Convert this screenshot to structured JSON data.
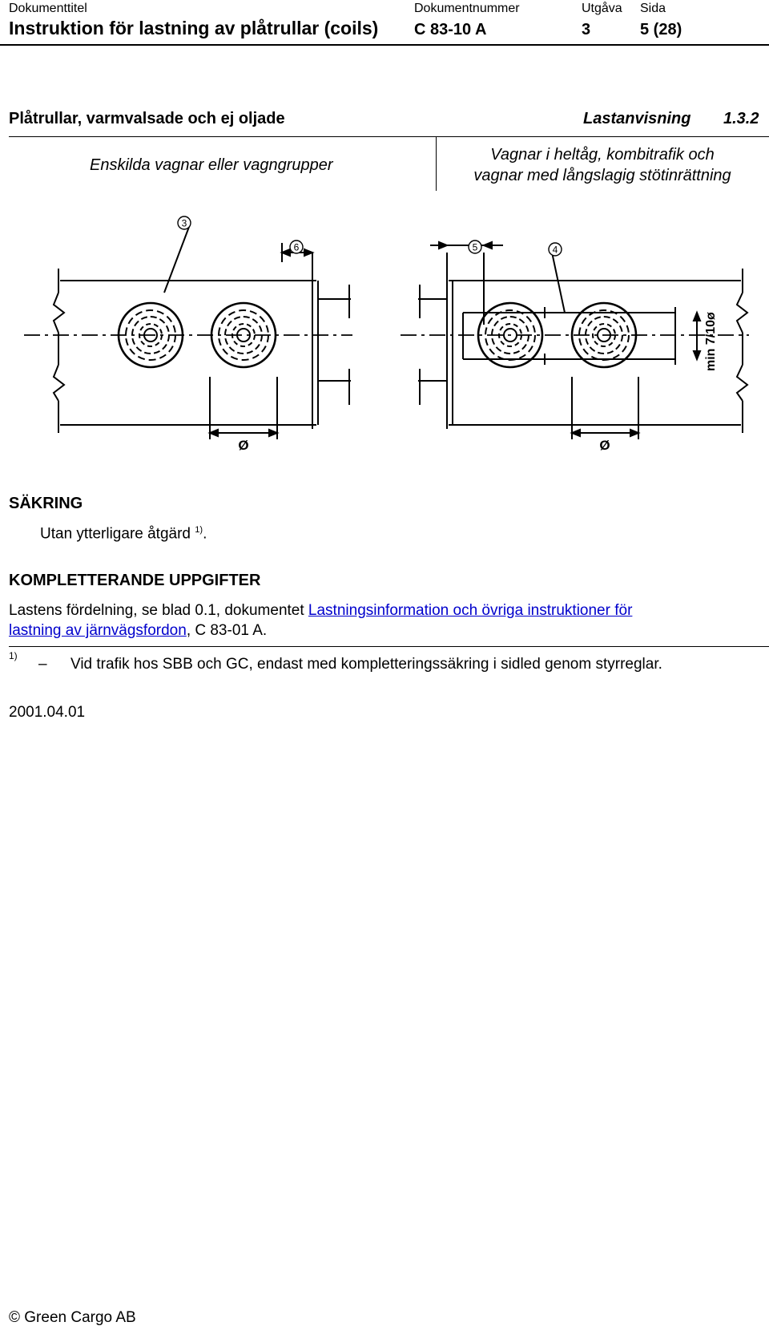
{
  "header": {
    "title_label": "Dokumenttitel",
    "title": "Instruktion för lastning av plåtrullar (coils)",
    "docnum_label": "Dokumentnummer",
    "docnum": "C 83-10 A",
    "edition_label": "Utgåva",
    "edition": "3",
    "page_label": "Sida",
    "page": "5 (28)"
  },
  "section": {
    "title": "Plåtrullar, varmvalsade och ej oljade",
    "type": "Lastanvisning",
    "number": "1.3.2"
  },
  "columns": {
    "left": "Enskilda vagnar eller vagngrupper",
    "right_line1": "Vagnar i heltåg, kombitrafik och",
    "right_line2": "vagnar med långslagig stötinrättning"
  },
  "figure": {
    "callouts": [
      "3",
      "6",
      "5",
      "4"
    ],
    "diameter_symbol": "Ø",
    "dimension_label": "min 7/10ø"
  },
  "securing": {
    "heading": "SÄKRING",
    "text": "Utan ytterligare åtgärd",
    "ref": "1)",
    "end": "."
  },
  "supplementary": {
    "heading": "KOMPLETTERANDE UPPGIFTER",
    "text_before": "Lastens fördelning, se blad 0.1, dokumentet ",
    "link_line1": "Lastningsinformation och övriga instruktioner för",
    "link_line2": "lastning av järnvägsfordon",
    "text_after": ", C 83-01 A."
  },
  "footnote": {
    "mark": "1)",
    "dash": "–",
    "text": "Vid trafik hos SBB och GC, endast med kompletteringssäkring i sidled genom styrreglar."
  },
  "date": "2001.04.01",
  "copyright": "© Green Cargo AB"
}
